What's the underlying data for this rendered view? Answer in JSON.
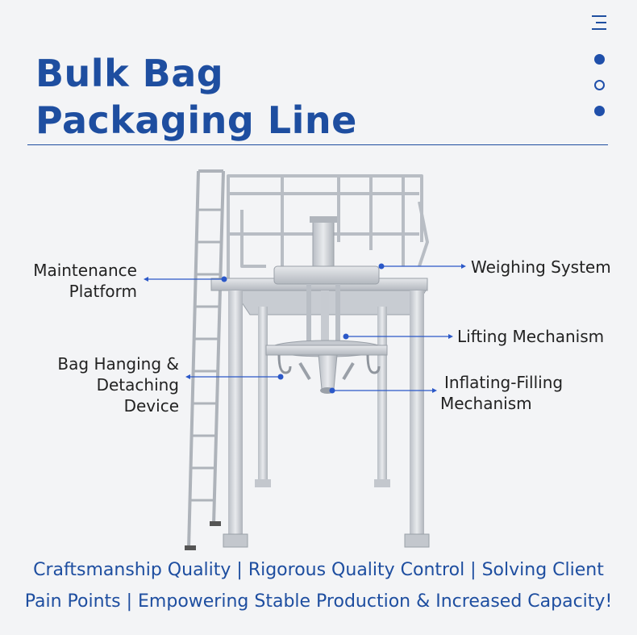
{
  "title": {
    "line1": "Bulk Bag",
    "line2": "Packaging Line"
  },
  "icons": {
    "menu": "hamburger-menu-icon"
  },
  "pagination": [
    {
      "state": "filled"
    },
    {
      "state": "hollow"
    },
    {
      "state": "filled"
    }
  ],
  "labels": {
    "maintenance_platform": {
      "line1": "Maintenance",
      "line2": "Platform"
    },
    "weighing_system": "Weighing System",
    "lifting_mechanism": "Lifting Mechanism",
    "bag_hanging": {
      "line1": "Bag Hanging &",
      "line2": "Detaching",
      "line3": "Device"
    },
    "inflating_filling": {
      "line1": "Inflating-Filling",
      "line2": "Mechanism"
    }
  },
  "footer": {
    "line1": "Craftsmanship Quality | Rigorous Quality Control | Solving Client",
    "line2": "Pain Points | Empowering Stable Production & Increased Capacity!"
  },
  "colors": {
    "accent": "#1e4ea0",
    "callout": "#2b58c8",
    "steel": "#cfd3d8"
  }
}
